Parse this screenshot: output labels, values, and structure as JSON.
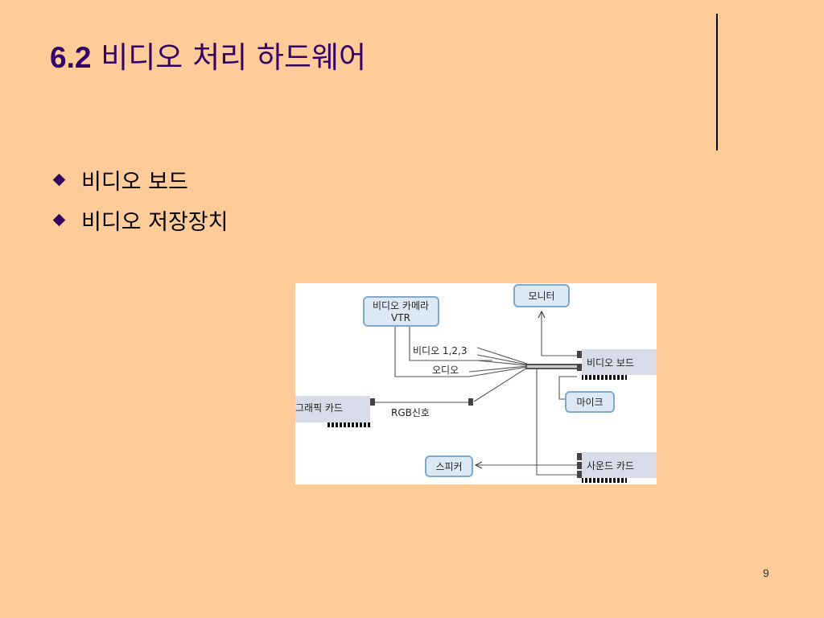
{
  "slide": {
    "title_number": "6.2",
    "title_text": "비디오 처리 하드웨어",
    "bullets": [
      "비디오 보드",
      "비디오 저장장치"
    ],
    "page_number": "9"
  },
  "diagram": {
    "camera": "비디오 카메라",
    "vtr": "VTR",
    "monitor": "모니터",
    "video_label": "비디오 1,2,3",
    "audio_label": "오디오",
    "graphics_card": "그래픽 카드",
    "rgb_label": "RGB신호",
    "video_board": "비디오 보드",
    "mic": "마이크",
    "speaker": "스피커",
    "sound_card": "사운드 카드"
  },
  "colors": {
    "background": "#FFCC99",
    "title": "#330066",
    "diagram_box_fill": "#DCE9F4",
    "diagram_box_stroke": "#7FA8C9",
    "diagram_card_fill": "#D9DCE8"
  }
}
